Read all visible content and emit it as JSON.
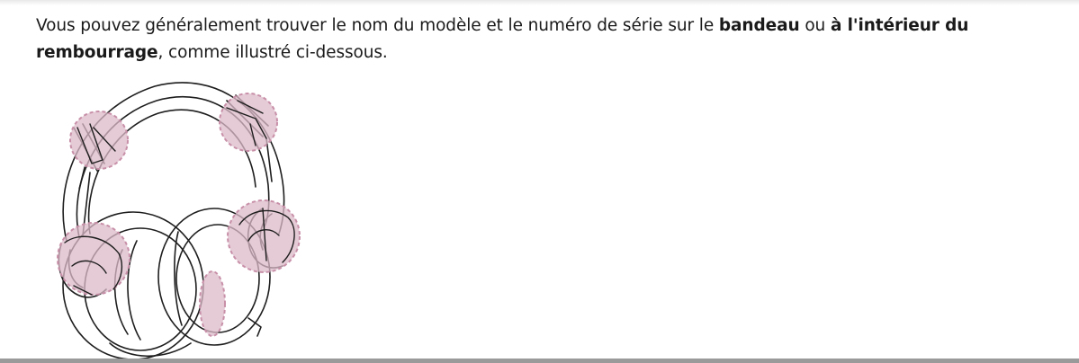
{
  "article": {
    "intro_before": "Vous pouvez généralement trouver le nom du modèle et le numéro de série sur le ",
    "highlight_1": "bandeau",
    "intro_between": " ou ",
    "highlight_2": "à l'intérieur du rembourrage",
    "intro_after": ", comme illustré ci-dessous."
  },
  "illustration": {
    "subject": "headphones-label-locations",
    "highlight_fill": "#dcbac8",
    "highlight_stroke": "#c890a8",
    "line_color": "#1e1e1e"
  }
}
